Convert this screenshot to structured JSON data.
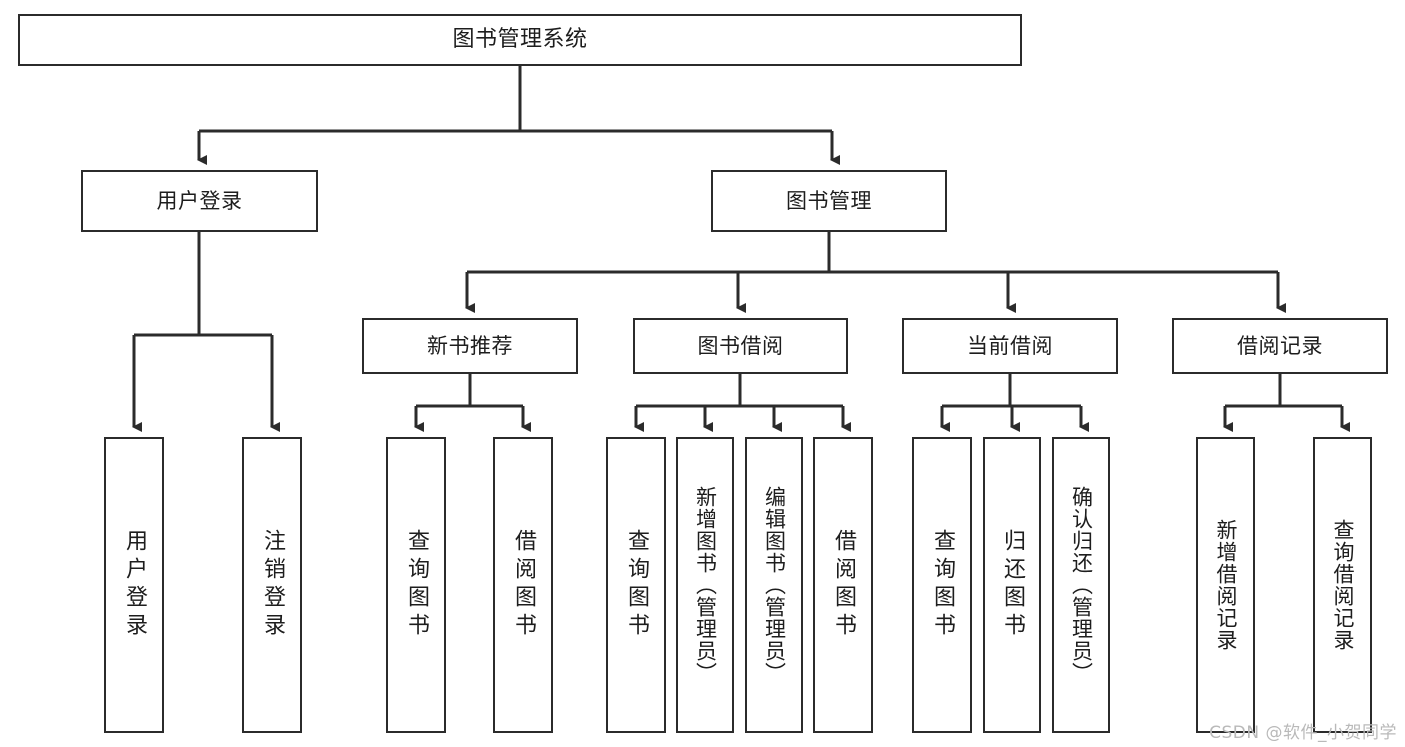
{
  "diagram": {
    "title": "图书管理系统",
    "watermark": "CSDN @软件_小贺同学",
    "line_color": "#2b2b2b",
    "box_fill": "#ffffff",
    "text_color": "#1d1d1d",
    "root": {
      "label": "图书管理系统"
    },
    "level2": [
      {
        "label": "用户登录"
      },
      {
        "label": "图书管理"
      }
    ],
    "level3": [
      {
        "label": "新书推荐"
      },
      {
        "label": "图书借阅"
      },
      {
        "label": "当前借阅"
      },
      {
        "label": "借阅记录"
      }
    ],
    "leaves": {
      "user_login": [
        {
          "label": "用户登录"
        },
        {
          "label": "注销登录"
        }
      ],
      "new_book": [
        {
          "label": "查询图书"
        },
        {
          "label": "借阅图书"
        }
      ],
      "book_borrow": [
        {
          "label": "查询图书"
        },
        {
          "label": "新增图书（管理员）"
        },
        {
          "label": "编辑图书（管理员）"
        },
        {
          "label": "借阅图书"
        }
      ],
      "current_borrow": [
        {
          "label": "查询图书"
        },
        {
          "label": "归还图书"
        },
        {
          "label": "确认归还（管理员）"
        }
      ],
      "borrow_record": [
        {
          "label": "新增借阅记录"
        },
        {
          "label": "查询借阅记录"
        }
      ]
    }
  }
}
